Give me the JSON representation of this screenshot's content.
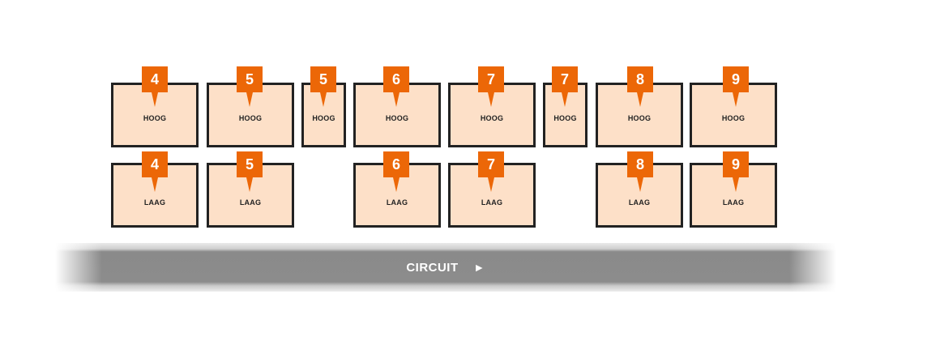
{
  "colors": {
    "block_fill": "#fde0c8",
    "block_border": "#222222",
    "pin": "#ec6707",
    "circuit": "#8a8a8a"
  },
  "top_row": [
    {
      "number": "4",
      "label": "HOOG"
    },
    {
      "number": "5",
      "label": "HOOG"
    },
    {
      "number": "5",
      "label": "HOOG"
    },
    {
      "number": "6",
      "label": "HOOG"
    },
    {
      "number": "7",
      "label": "HOOG"
    },
    {
      "number": "7",
      "label": "HOOG"
    },
    {
      "number": "8",
      "label": "HOOG"
    },
    {
      "number": "9",
      "label": "HOOG"
    }
  ],
  "bottom_row": [
    {
      "number": "4",
      "label": "LAAG"
    },
    {
      "number": "5",
      "label": "LAAG"
    },
    {
      "number": "6",
      "label": "LAAG"
    },
    {
      "number": "7",
      "label": "LAAG"
    },
    {
      "number": "8",
      "label": "LAAG"
    },
    {
      "number": "9",
      "label": "LAAG"
    }
  ],
  "circuit": {
    "label": "CIRCUIT",
    "arrow_icon": "play-arrow-icon"
  }
}
